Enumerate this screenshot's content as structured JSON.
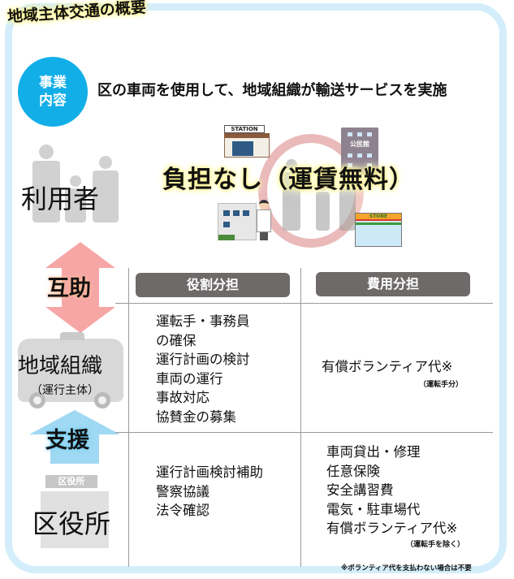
{
  "title": "地域主体交通の概要",
  "business": {
    "badge_line1": "事業",
    "badge_line2": "内容",
    "description": "区の車両を使用して、地域組織が輸送サービスを実施"
  },
  "illustrations": {
    "station_sign": "STATION",
    "kominkan_sign": "公民館",
    "store_sign": "STORE",
    "ward_office_sign": "区役所"
  },
  "no_burden": "負担なし（運賃無料）",
  "actors": {
    "users": "利用者",
    "mutual_aid": "互助",
    "organization": "地域組織",
    "organization_sub": "（運行主体）",
    "support": "支援",
    "ward_office": "区役所"
  },
  "table": {
    "headers": {
      "roles": "役割分担",
      "costs": "費用分担"
    },
    "organization_row": {
      "roles": [
        "運転手・事務員",
        "の確保",
        "運行計画の検討",
        "車両の運行",
        "事故対応",
        "協賛金の募集"
      ],
      "cost": "有償ボランティア代※",
      "cost_note": "（運転手分）"
    },
    "ward_row": {
      "roles": [
        "運行計画検討補助",
        "警察協議",
        "法令確認"
      ],
      "costs": [
        "車両貸出・修理",
        "任意保険",
        "安全講習費",
        "電気・駐車場代",
        "有償ボランティア代※"
      ],
      "cost_note": "（運転手を除く）"
    }
  },
  "footnote": "※ボランティア代を支払わない場合は不要",
  "colors": {
    "frame": "#d3eefa",
    "badge": "#12aee8",
    "header_bg": "#6e6a69",
    "mutual_arrow": "#f7a6a6",
    "support_arrow": "#9fd9f3",
    "highlight": "#fff176"
  }
}
